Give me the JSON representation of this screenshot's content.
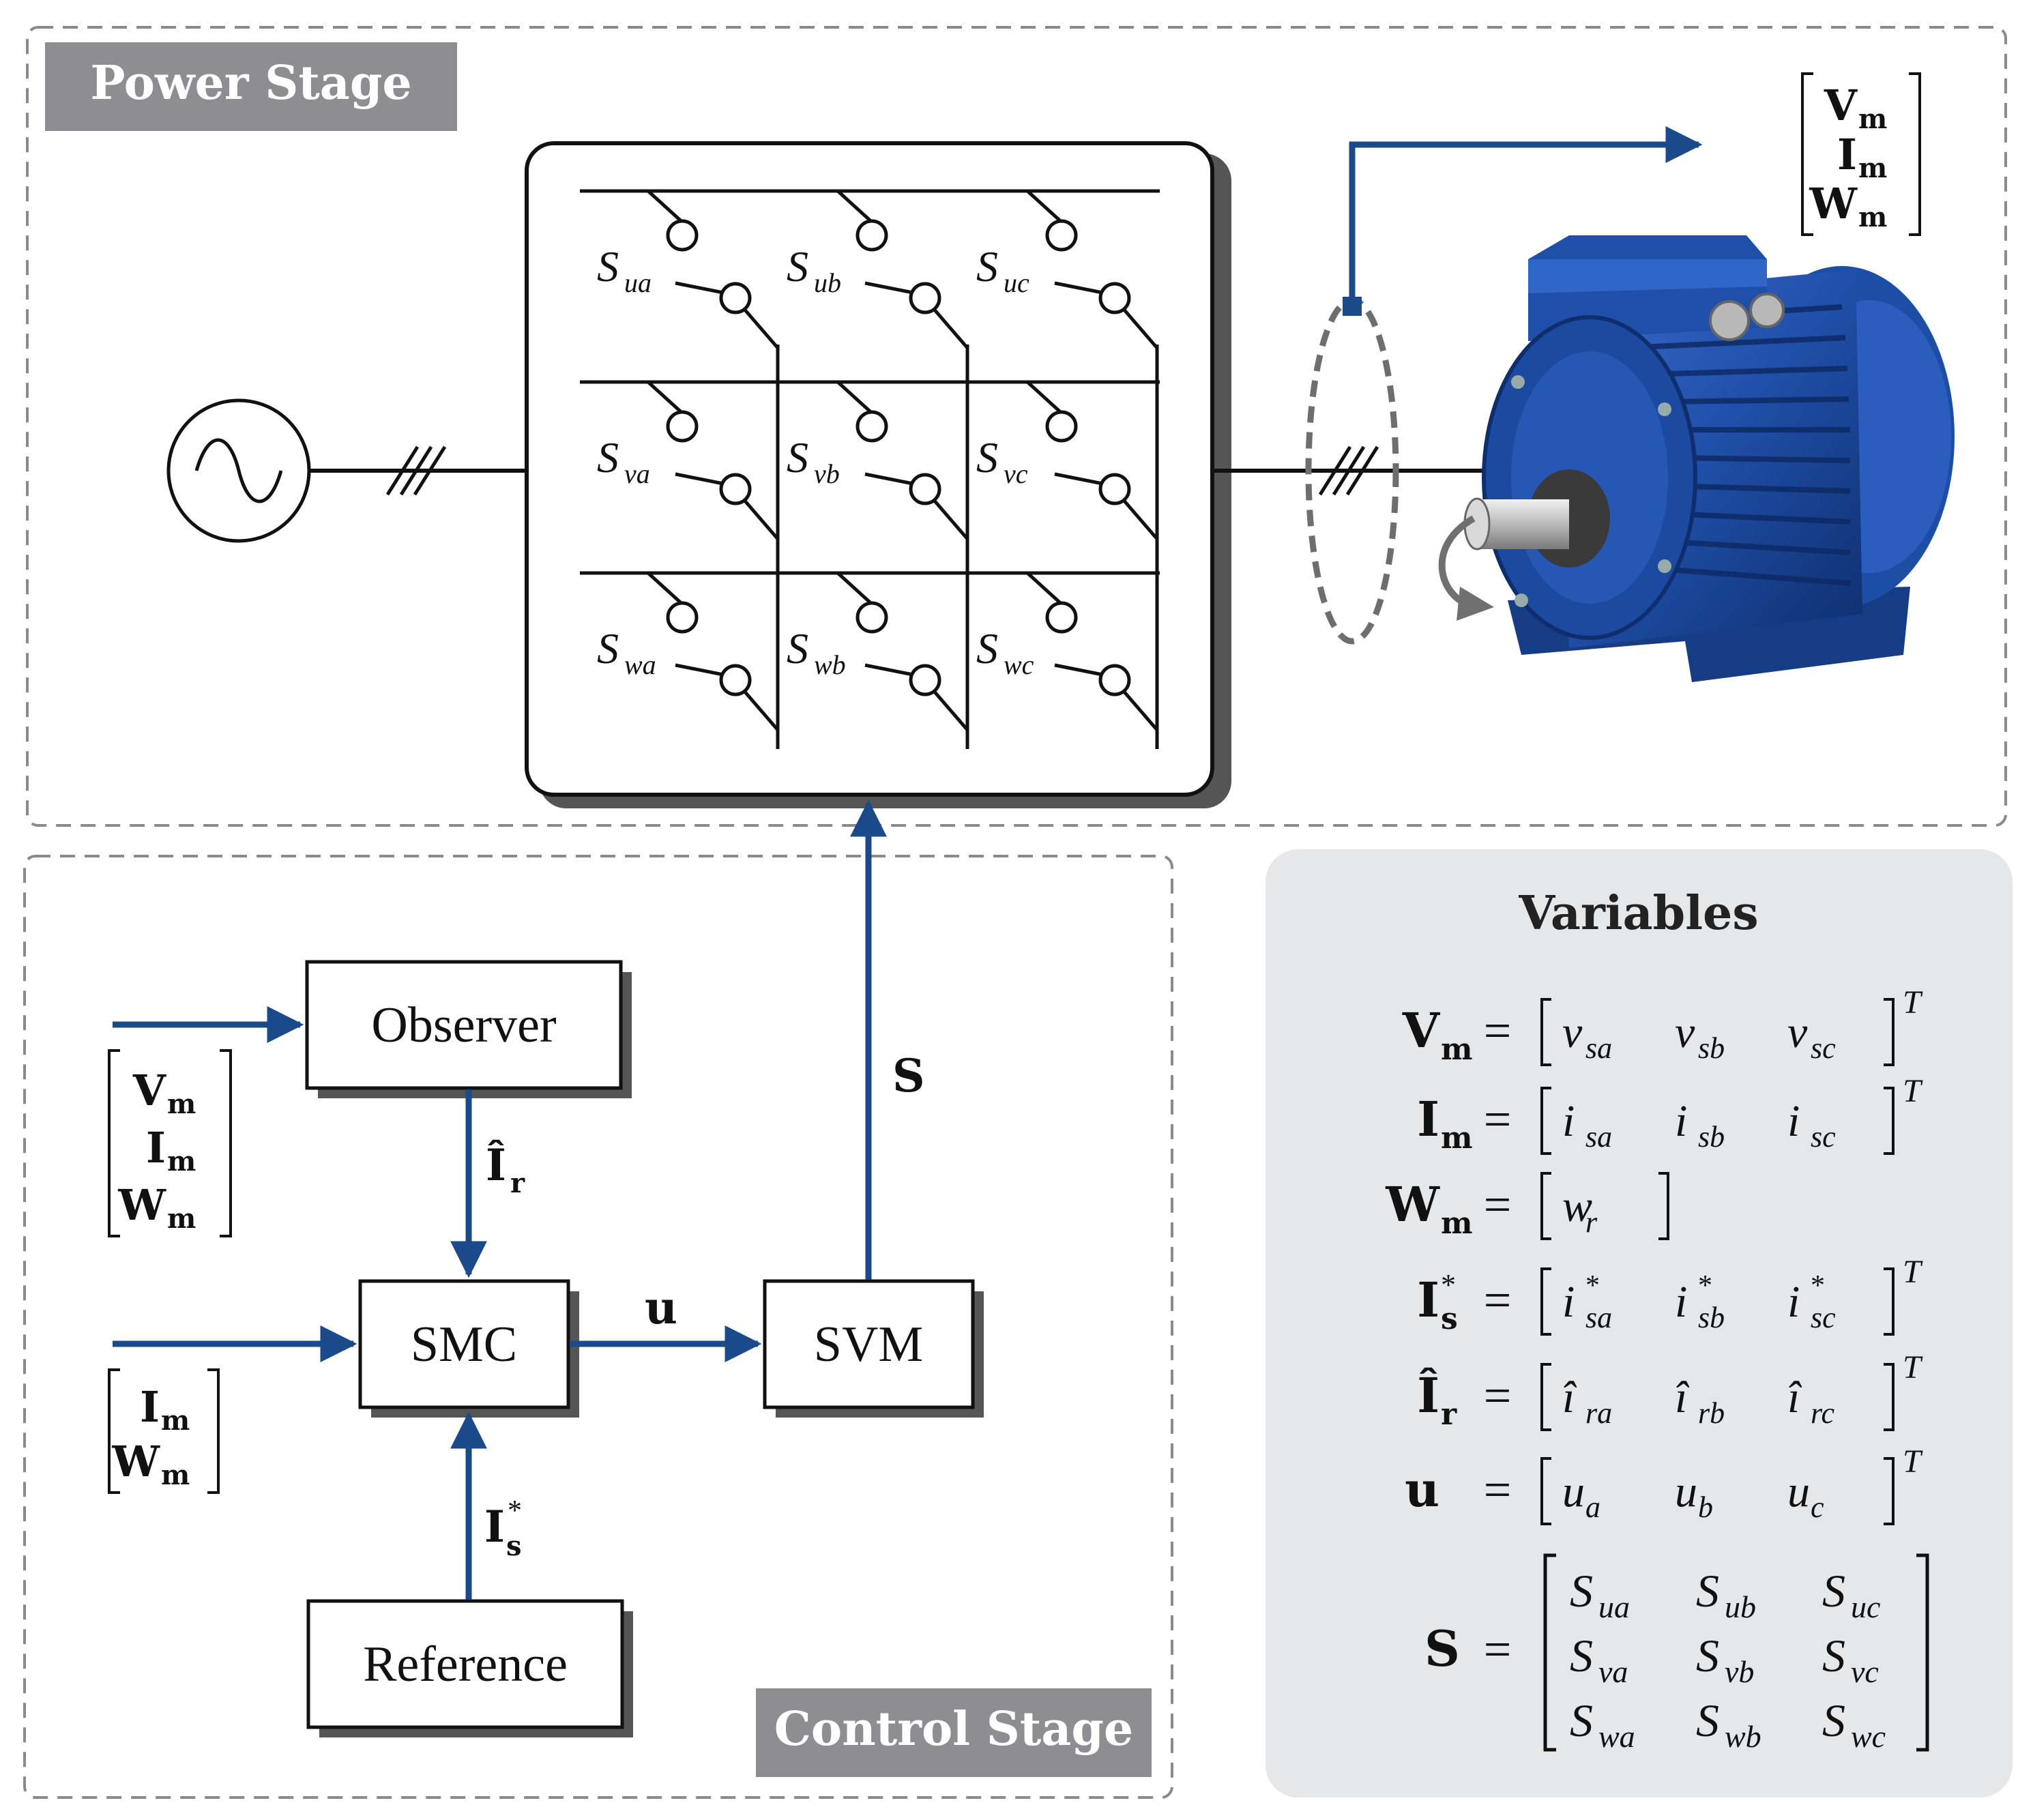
{
  "power_stage": {
    "label": "Power Stage"
  },
  "control_stage": {
    "label": "Control Stage"
  },
  "switches": [
    {
      "base": "S",
      "sub": "ua"
    },
    {
      "base": "S",
      "sub": "ub"
    },
    {
      "base": "S",
      "sub": "uc"
    },
    {
      "base": "S",
      "sub": "va"
    },
    {
      "base": "S",
      "sub": "vb"
    },
    {
      "base": "S",
      "sub": "vc"
    },
    {
      "base": "S",
      "sub": "wa"
    },
    {
      "base": "S",
      "sub": "wb"
    },
    {
      "base": "S",
      "sub": "wc"
    }
  ],
  "measured_vector": [
    {
      "base": "V",
      "sub": "m"
    },
    {
      "base": "I",
      "sub": "m"
    },
    {
      "base": "W",
      "sub": "m"
    }
  ],
  "smc_input_vector": [
    {
      "base": "I",
      "sub": "m"
    },
    {
      "base": "W",
      "sub": "m"
    }
  ],
  "blocks": {
    "observer": "Observer",
    "smc": "SMC",
    "svm": "SVM",
    "reference": "Reference"
  },
  "signals": {
    "S": "S",
    "u": "u",
    "Ir_hat": {
      "base": "Î",
      "sub": "r"
    },
    "Is_star": {
      "base": "I",
      "sub": "s",
      "sup": "*"
    }
  },
  "variables": {
    "title": "Variables",
    "rows": [
      {
        "lhs": {
          "base": "V",
          "sub": "m"
        },
        "entries": [
          [
            "v",
            "sa"
          ],
          [
            "v",
            "sb"
          ],
          [
            "v",
            "sc"
          ]
        ],
        "transpose": "T"
      },
      {
        "lhs": {
          "base": "I",
          "sub": "m"
        },
        "entries": [
          [
            "i",
            "sa"
          ],
          [
            "i",
            "sb"
          ],
          [
            "i",
            "sc"
          ]
        ],
        "transpose": "T"
      },
      {
        "lhs": {
          "base": "W",
          "sub": "m"
        },
        "entries": [
          [
            "w",
            "r"
          ]
        ],
        "transpose": ""
      },
      {
        "lhs": {
          "base": "I",
          "sub": "s",
          "sup": "*"
        },
        "entries": [
          [
            "i",
            "sa",
            "*"
          ],
          [
            "i",
            "sb",
            "*"
          ],
          [
            "i",
            "sc",
            "*"
          ]
        ],
        "transpose": "T"
      },
      {
        "lhs": {
          "base": "Î",
          "sub": "r"
        },
        "entries": [
          [
            "î",
            "ra"
          ],
          [
            "î",
            "rb"
          ],
          [
            "î",
            "rc"
          ]
        ],
        "transpose": "T"
      },
      {
        "lhs": {
          "base": "u",
          "sub": ""
        },
        "entries": [
          [
            "u",
            "a"
          ],
          [
            "u",
            "b"
          ],
          [
            "u",
            "c"
          ]
        ],
        "transpose": "T"
      }
    ],
    "S_matrix": {
      "lhs": "S",
      "rows": [
        [
          [
            "S",
            "ua"
          ],
          [
            "S",
            "ub"
          ],
          [
            "S",
            "uc"
          ]
        ],
        [
          [
            "S",
            "va"
          ],
          [
            "S",
            "vb"
          ],
          [
            "S",
            "vc"
          ]
        ],
        [
          [
            "S",
            "wa"
          ],
          [
            "S",
            "wb"
          ],
          [
            "S",
            "wc"
          ]
        ]
      ]
    },
    "equals": "="
  },
  "colors": {
    "signal_blue": "#1a4a8a",
    "stage_label_bg": "#8e8e92",
    "variables_bg": "#e6e7e9",
    "motor_blue": "#1f4fa8"
  },
  "icons": [
    "ac-source-icon",
    "motor-icon",
    "rotation-arrow-icon",
    "current-sensor-icon"
  ]
}
